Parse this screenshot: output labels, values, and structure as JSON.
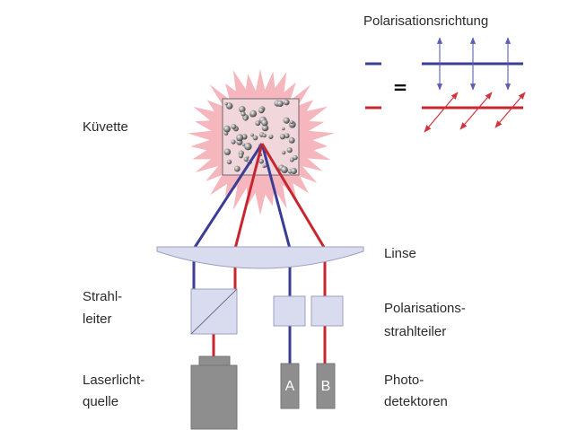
{
  "legend": {
    "title": "Polarisationsrichtung",
    "equals": "="
  },
  "labels": {
    "cuvette": "Küvette",
    "lens": "Linse",
    "beamsplitter": [
      "Strahl-",
      "leiter"
    ],
    "polarizing_beamsplitter": [
      "Polarisations-",
      "strahlteiler"
    ],
    "laser": [
      "Laserlicht-",
      "quelle"
    ],
    "detectors": [
      "Photo-",
      "detektoren"
    ]
  },
  "detectors": {
    "a": "A",
    "b": "B"
  },
  "colors": {
    "blue_beam": "#3b3d96",
    "red_beam": "#c8262f",
    "scatter_glow": "#f5b6bd",
    "cuvette": "#f1d7db",
    "optics": "#d9dcef",
    "device": "#8e8e8e",
    "polarization_blue": "#5b5fb5",
    "polarization_red": "#d0353c"
  }
}
